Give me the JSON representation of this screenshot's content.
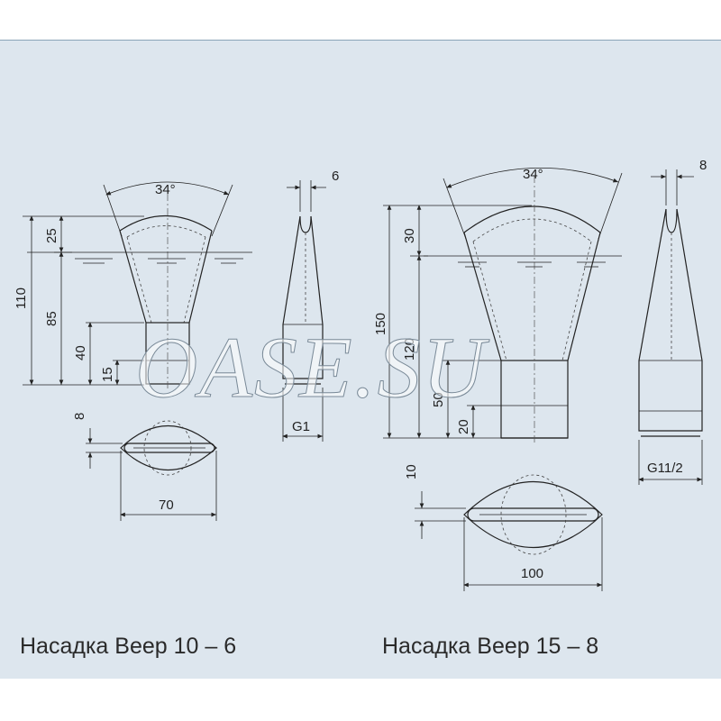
{
  "left": {
    "caption": "Насадка Веер 10 – 6",
    "angle": "34°",
    "dims": {
      "total": "110",
      "top": "25",
      "mid": "85",
      "neck": "40",
      "thread_h": "15",
      "slot": "8",
      "width": "70",
      "side_slot": "6",
      "thread": "G1"
    }
  },
  "right": {
    "caption": "Насадка Веер 15 – 8",
    "angle": "34°",
    "dims": {
      "total": "150",
      "top": "30",
      "mid": "120",
      "neck": "50",
      "thread_h": "20",
      "slot": "10",
      "width": "100",
      "side_slot": "8",
      "thread": "G11/2"
    }
  },
  "watermark": "OASE.SU",
  "colors": {
    "panel": "#dde6ee",
    "border": "#8aa4b8",
    "line": "#222222"
  }
}
